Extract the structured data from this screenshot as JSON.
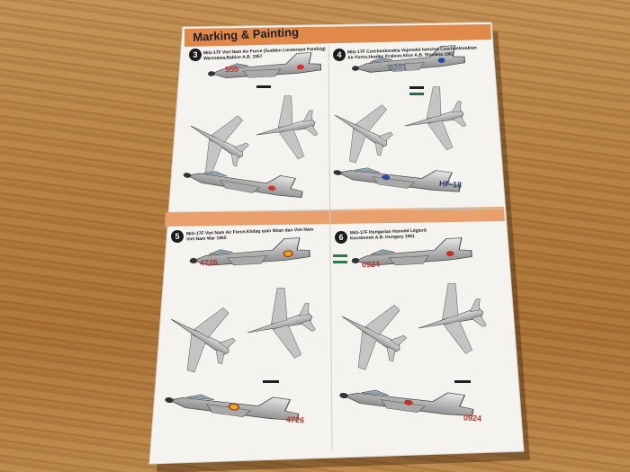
{
  "sheet": {
    "title": "Marking & Painting",
    "paper_color": "#f4f3f0",
    "accent_color": "#e0894a"
  },
  "profiles": [
    {
      "number": "3",
      "caption_line1": "MiG-17F Viet Nam Air Force (Sudden Lieutenant Pandzig)",
      "caption_line2": "Warszawa,Babice A.B. 1957",
      "code": "555"
    },
    {
      "number": "4",
      "caption_line1": "MiG-17F Czechoslovakia Vojenské letectvo Czechoslovakian",
      "caption_line2": "Air Force,Hradec Kralove,Slice A.B. Slovakia 1962",
      "code": "0201",
      "tail_code": "HF-18"
    },
    {
      "number": "5",
      "caption_line1": "MiG-17F Viet Nam Air Force,Khdaq quin Nhan dan Viet Nam",
      "caption_line2": "Viet Nam War 1965",
      "code": "4726"
    },
    {
      "number": "6",
      "caption_line1": "MiG-17F Hungarian Honvéd Légierő",
      "caption_line2": "Kecskemét A.B. Hungary 1961",
      "code": "0924"
    }
  ],
  "icons": {
    "aircraft": "jet-silhouette-icon",
    "roundel": "roundel-icon"
  }
}
